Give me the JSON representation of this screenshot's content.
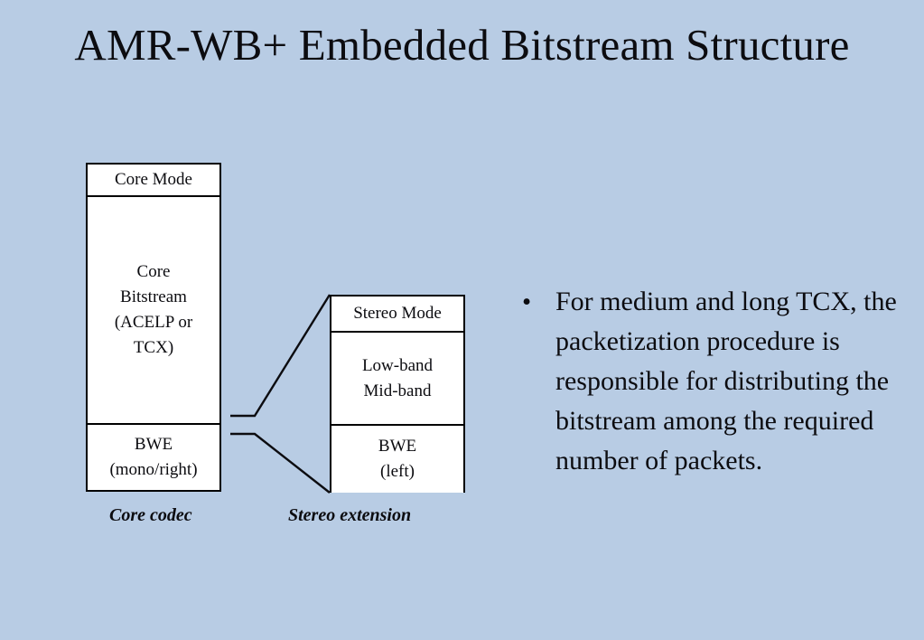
{
  "slide": {
    "title": "AMR-WB+ Embedded Bitstream Structure",
    "background_color": "#b8cce4",
    "text_color": "#0c0c10"
  },
  "diagram": {
    "core_stack": {
      "caption": "Core codec",
      "cells": [
        {
          "label": "Core Mode"
        },
        {
          "label": "Core\nBitstream\n(ACELP or\nTCX)"
        },
        {
          "label": "BWE\n(mono/right)"
        }
      ]
    },
    "stereo_stack": {
      "caption": "Stereo extension",
      "cells": [
        {
          "label": "Stereo Mode"
        },
        {
          "label": "Low-band\nMid-band"
        },
        {
          "label": "BWE\n(left)"
        }
      ]
    },
    "connector": {
      "name": "branch-connector",
      "stroke_color": "#0c0c10"
    }
  },
  "body": {
    "bullets": [
      {
        "marker": "•",
        "text": "For medium and long TCX, the packetization procedure is responsible for distributing the bitstream among the required number of packets."
      }
    ]
  }
}
